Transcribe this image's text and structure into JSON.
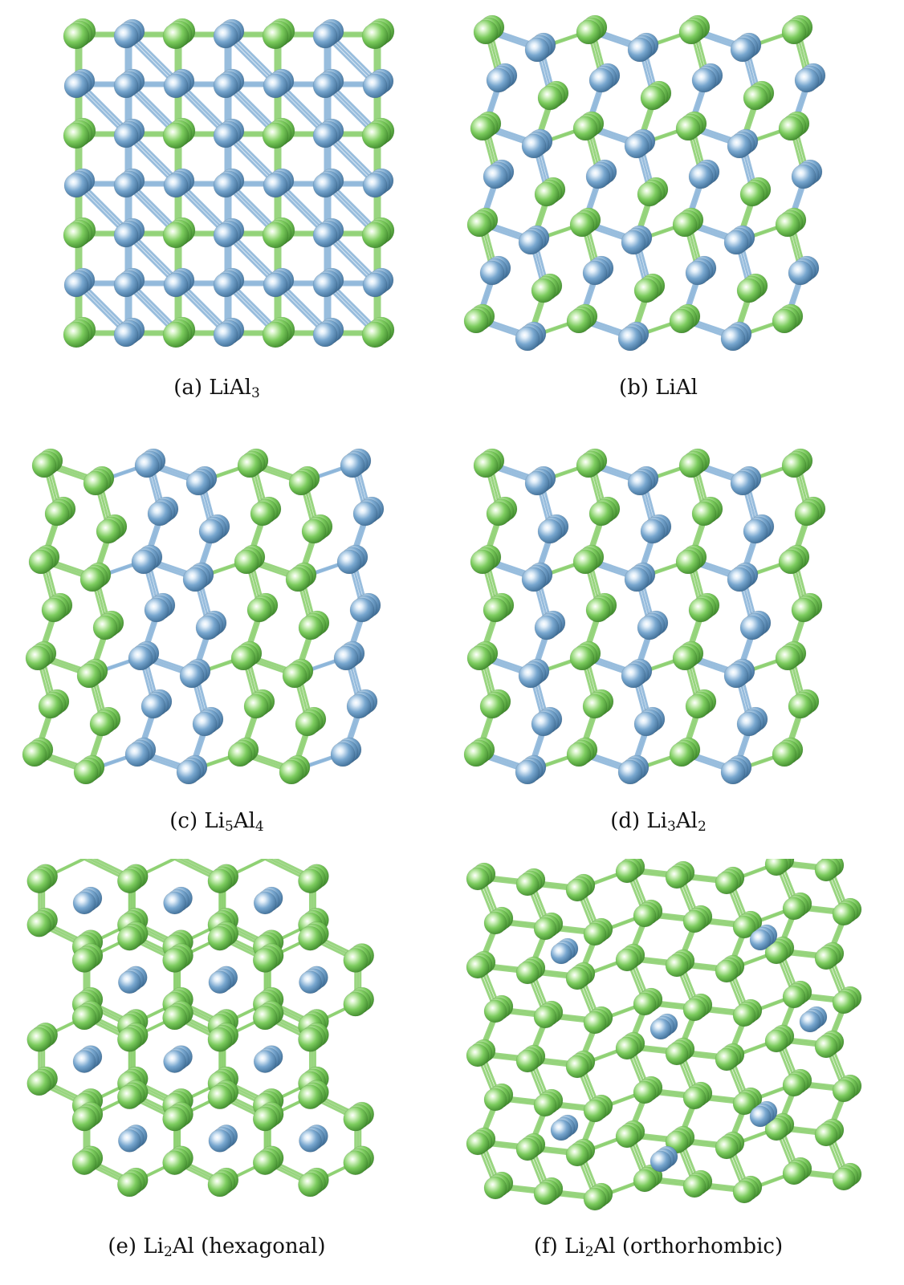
{
  "figure": {
    "atom_colors": {
      "li": "#7ccc5e",
      "al": "#78a7cf"
    },
    "bond_colors": {
      "li": "#8fd173",
      "al": "#8db6da"
    },
    "panels": [
      {
        "label": "(a)",
        "formula": [
          {
            "t": "LiAl"
          },
          {
            "s": "3"
          }
        ],
        "variant": "square"
      },
      {
        "label": "(b)",
        "formula": [
          {
            "t": "LiAl"
          }
        ],
        "variant": "zigzag"
      },
      {
        "label": "(c)",
        "formula": [
          {
            "t": "Li"
          },
          {
            "s": "5"
          },
          {
            "t": "Al"
          },
          {
            "s": "4"
          }
        ],
        "variant": "zigzag"
      },
      {
        "label": "(d)",
        "formula": [
          {
            "t": "Li"
          },
          {
            "s": "3"
          },
          {
            "t": "Al"
          },
          {
            "s": "2"
          }
        ],
        "variant": "zigzag"
      },
      {
        "label": "(e)",
        "formula": [
          {
            "t": "Li"
          },
          {
            "s": "2"
          },
          {
            "t": "Al (hexagonal)"
          }
        ],
        "variant": "honeycomb"
      },
      {
        "label": "(f)",
        "formula": [
          {
            "t": "Li"
          },
          {
            "s": "2"
          },
          {
            "t": "Al (orthorhombic)"
          }
        ],
        "variant": "distorted"
      }
    ]
  }
}
